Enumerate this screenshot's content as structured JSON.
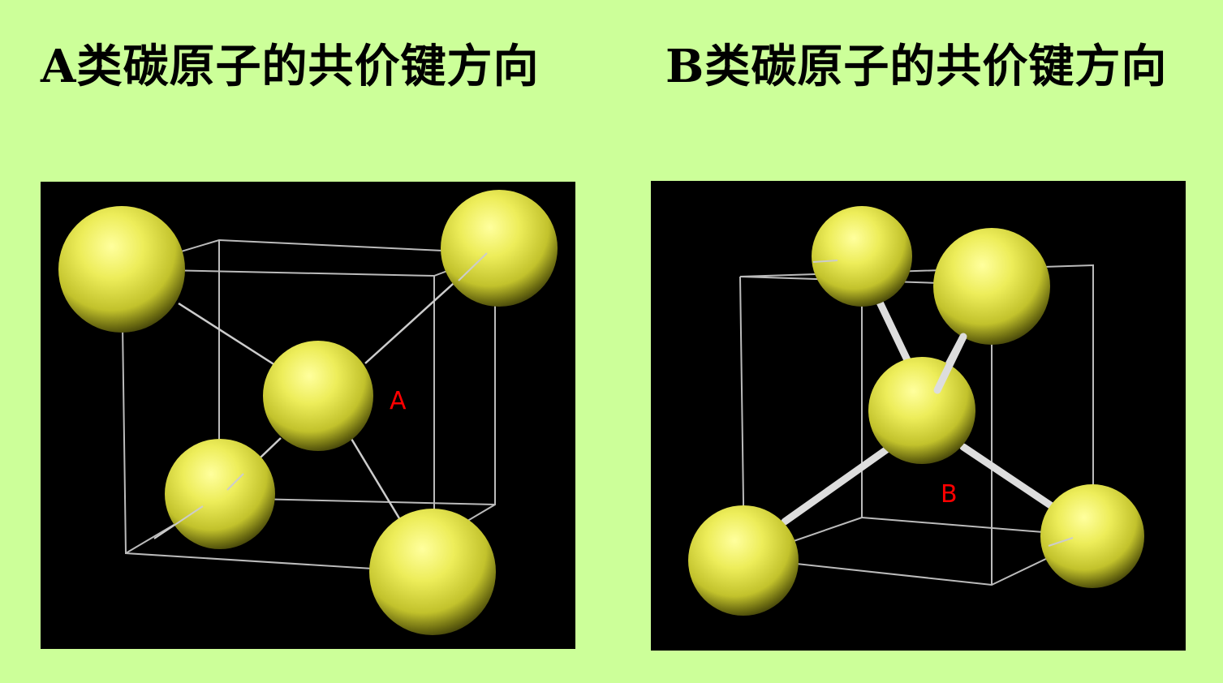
{
  "titles": {
    "a": "A类碳原子的共价键方向",
    "b": "B类碳原子的共价键方向"
  },
  "diagrams": {
    "a": {
      "atom_label": "A"
    },
    "b": {
      "atom_label": "B"
    }
  },
  "colors": {
    "background": "#ccff99",
    "panel": "#000000",
    "atom": "#e6e64d",
    "cube_edge": "#bbbbbb",
    "bond_rod": "#dddddd",
    "label": "#ff0000"
  }
}
